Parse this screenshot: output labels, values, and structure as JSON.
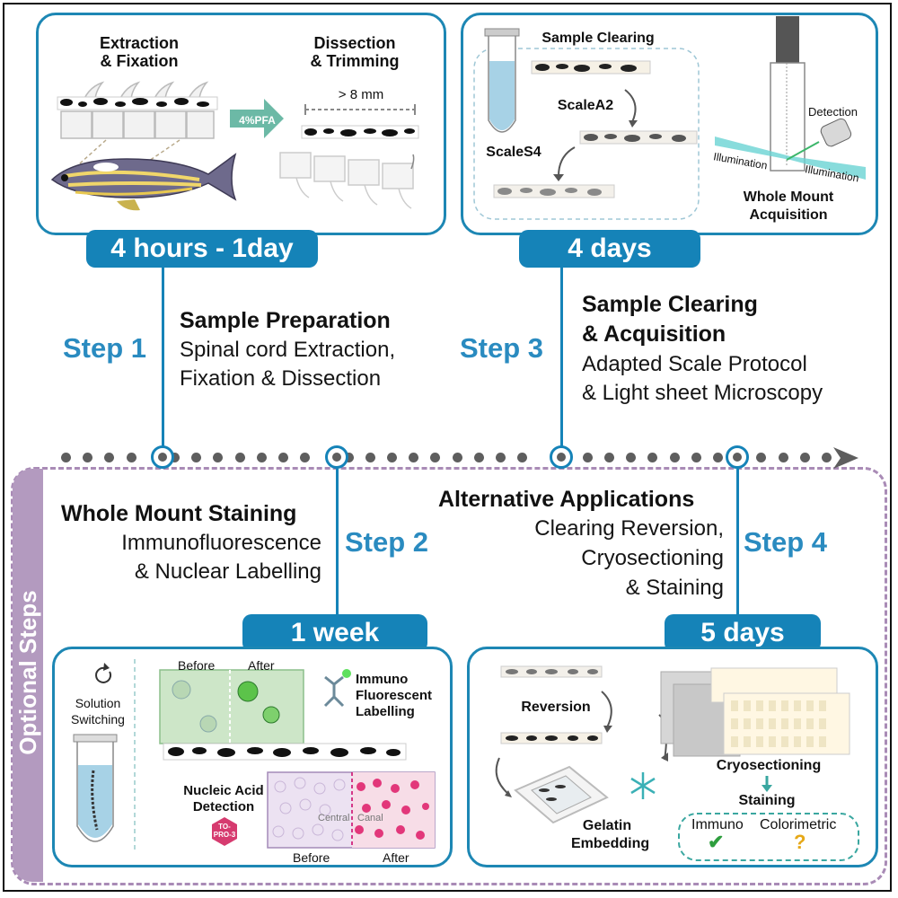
{
  "steps": {
    "step1": {
      "label": "Step 1",
      "duration": "4 hours - 1day",
      "title": "Sample Preparation",
      "lines": [
        "Spinal cord Extraction,",
        "Fixation & Dissection"
      ],
      "panel": {
        "extraction_line1": "Extraction",
        "extraction_line2": "& Fixation",
        "dissection_line1": "Dissection",
        "dissection_line2": "& Trimming",
        "pfa": "4%PFA",
        "length": "> 8 mm"
      }
    },
    "step2": {
      "label": "Step 2",
      "duration": "1 week",
      "title": "Whole Mount Staining",
      "lines": [
        "Immunofluorescence",
        "& Nuclear Labelling"
      ],
      "panel": {
        "solution_line1": "Solution",
        "solution_line2": "Switching",
        "before": "Before",
        "after": "After",
        "immuno_line1": "Immuno",
        "immuno_line2": "Fluorescent",
        "immuno_line3": "Labelling",
        "nucleic_line1": "Nucleic Acid",
        "nucleic_line2": "Detection",
        "topro_line1": "TO-",
        "topro_line2": "PRO-3",
        "central": "Central",
        "canal": "Canal",
        "before_bottom": "Before",
        "after_bottom": "After"
      }
    },
    "step3": {
      "label": "Step 3",
      "duration": "4 days",
      "title_line1": "Sample Clearing",
      "title_line2": "& Acquisition",
      "lines": [
        "Adapted Scale Protocol",
        "& Light sheet Microscopy"
      ],
      "panel": {
        "clearing": "Sample Clearing",
        "scale_a2": "ScaleA2",
        "scale_s4": "ScaleS4",
        "detection": "Detection",
        "illumination_left": "Illumination",
        "illumination_right": "Illumination",
        "acq_line1": "Whole Mount",
        "acq_line2": "Acquisition"
      }
    },
    "step4": {
      "label": "Step 4",
      "duration": "5 days",
      "title": "Alternative Applications",
      "lines": [
        "Clearing Reversion,",
        "Cryosectioning",
        "& Staining"
      ],
      "panel": {
        "reversion": "Reversion",
        "gelatin_line1": "Gelatin",
        "gelatin_line2": "Embedding",
        "cryosectioning": "Cryosectioning",
        "staining": "Staining",
        "immuno": "Immuno",
        "colorimetric": "Colorimetric",
        "check": "✔",
        "question": "?"
      }
    }
  },
  "optional_label": "Optional Steps",
  "colors": {
    "accent": "#1583b8",
    "step_text": "#2a8bc0",
    "optional": "#b39abf",
    "check": "#2e9e3e",
    "question": "#e6a817",
    "topro": "#d63b6f"
  }
}
